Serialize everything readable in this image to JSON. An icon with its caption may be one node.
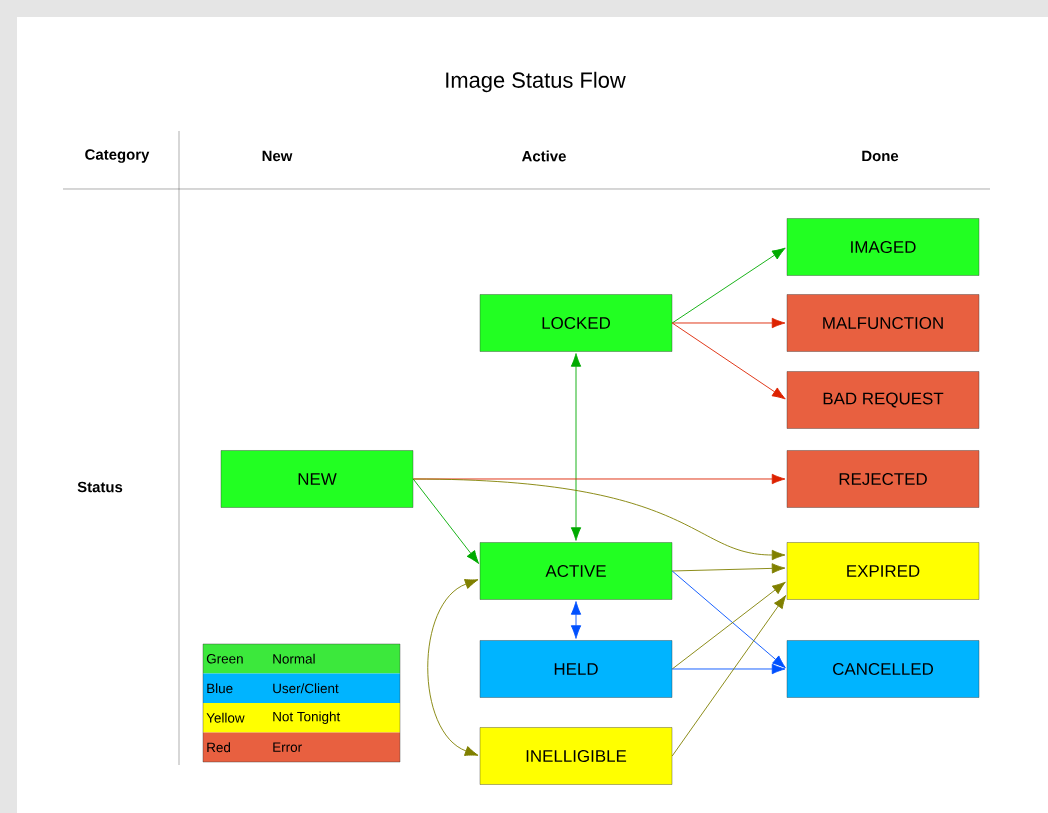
{
  "diagram": {
    "title": "Image Status Flow",
    "nodes": [
      {
        "text": [
          "IMAGED"
        ]
      },
      {
        "text": [
          "LOCKED"
        ]
      },
      {
        "text": [
          "MALFUNCTION"
        ]
      },
      {
        "text": [
          "BAD REQUEST"
        ]
      },
      {
        "text": [
          "NEW"
        ]
      },
      {
        "text": [
          "REJECTED"
        ]
      },
      {
        "text": [
          "ACTIVE"
        ]
      },
      {
        "text": [
          "EXPIRED"
        ]
      },
      {
        "text": [
          "HELD"
        ]
      },
      {
        "text": [
          "CANCELLED"
        ]
      },
      {
        "text": [
          "INELLIGIBLE"
        ]
      }
    ],
    "edges": [
      {
        "from": 1,
        "to": 0,
        "arrow": "to",
        "color": "#00aa00"
      },
      {
        "from": 1,
        "to": 2,
        "arrow": "to",
        "color": "#dd2200"
      },
      {
        "from": 1,
        "to": 3,
        "arrow": "to",
        "color": "#dd2200"
      },
      {
        "from": 1,
        "to": 6,
        "arrow": "both",
        "color": "#00aa00"
      },
      {
        "from": 4,
        "to": 5,
        "arrow": "to",
        "color": "#dd2200"
      },
      {
        "from": 4,
        "to": 7,
        "arrow": "to",
        "color": "#808000"
      },
      {
        "from": 4,
        "to": 6,
        "arrow": "to",
        "color": "#00aa00"
      },
      {
        "from": 6,
        "to": 7,
        "arrow": "to",
        "color": "#808000"
      },
      {
        "from": 6,
        "to": 9,
        "arrow": "to",
        "color": "#0050ff"
      },
      {
        "from": 6,
        "to": 8,
        "arrow": "both",
        "color": "#0050ff"
      },
      {
        "from": 6,
        "to": 10,
        "arrow": "both",
        "color": "#808000"
      },
      {
        "from": 8,
        "to": 7,
        "arrow": "to",
        "color": "#808000"
      },
      {
        "from": 8,
        "to": 9,
        "arrow": "to",
        "color": "#0050ff"
      },
      {
        "from": 10,
        "to": 7,
        "arrow": "to",
        "color": "#808000"
      }
    ],
    "labels": [
      "Category",
      "New",
      "Active",
      "Done",
      "Status",
      "Green",
      "Blue",
      "Yellow",
      "Red"
    ],
    "legend": [
      {
        "text": "Normal",
        "color": "#3ce83c"
      },
      {
        "text": "User/Client",
        "color": "#00b4ff"
      },
      {
        "text": "Not Tonight",
        "color": "#ffff00"
      },
      {
        "text": "Error",
        "color": "#e86040"
      }
    ]
  }
}
